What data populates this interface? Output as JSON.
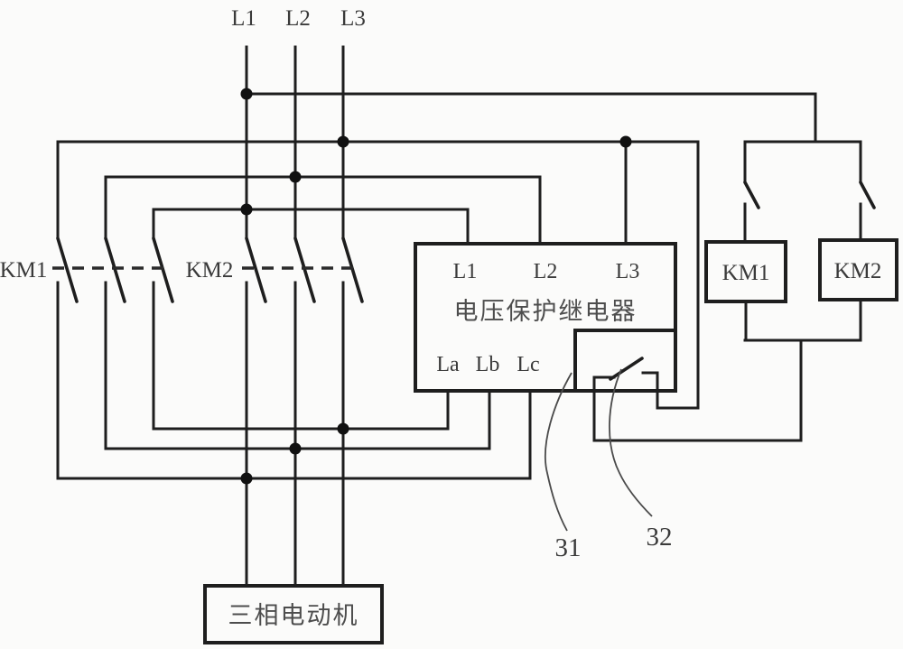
{
  "colors": {
    "line": "#1e1e1e",
    "text": "#3a3a3a",
    "background": "#fbfbfa"
  },
  "supply": {
    "l1": "L1",
    "l2": "L2",
    "l3": "L3"
  },
  "left_contactors": {
    "km1": "KM1",
    "km2": "KM2"
  },
  "relay": {
    "title": "电压保护继电器",
    "input_l1": "L1",
    "input_l2": "L2",
    "input_l3": "L3",
    "output_la": "La",
    "output_lb": "Lb",
    "output_lc": "Lc"
  },
  "coil_boxes": {
    "km1": "KM1",
    "km2": "KM2"
  },
  "motor": {
    "label": "三相电动机"
  },
  "callouts": {
    "c31": "31",
    "c32": "32"
  }
}
